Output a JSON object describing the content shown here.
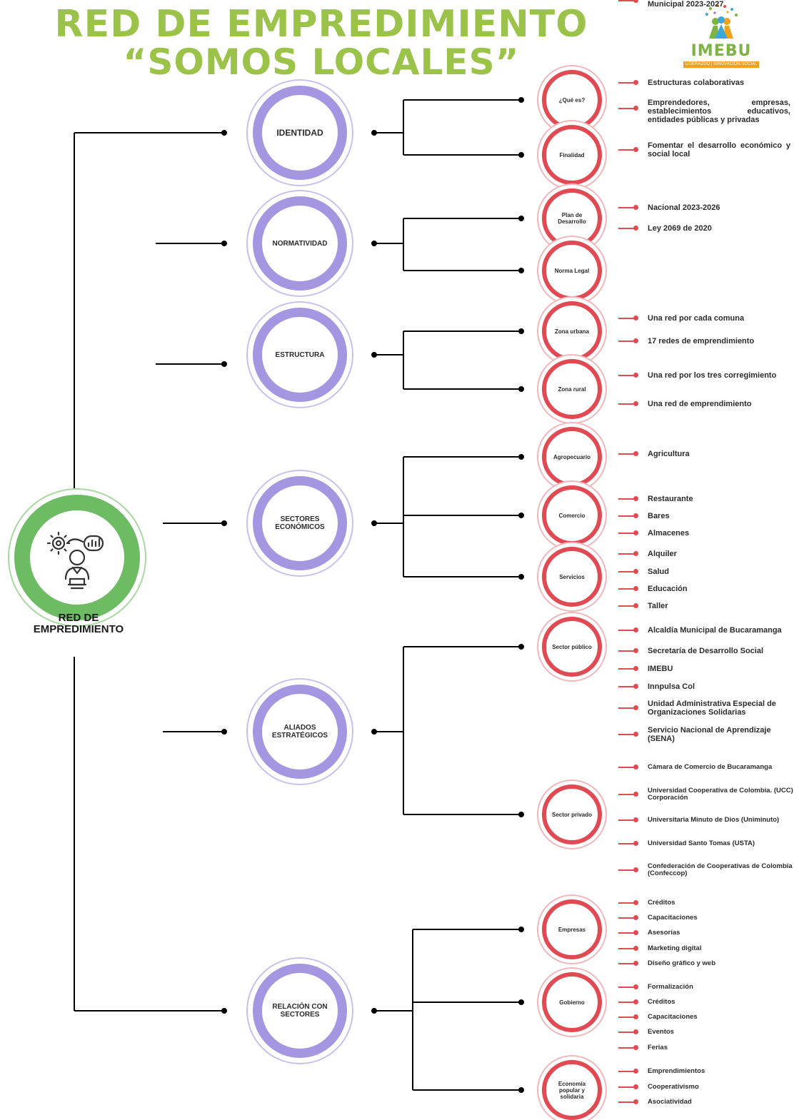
{
  "header": {
    "title_line1": "RED DE EMPREDIMIENTO",
    "title_line2": "“SOMOS LOCALES”",
    "logo_name": "IMEBU",
    "logo_tagline": "LIDERAZGO | INNOVACIÓN SOCIAL"
  },
  "root": {
    "label_line1": "RED DE",
    "label_line2": "EMPREDIMIENTO",
    "icon": "entrepreneur-ideas-icon"
  },
  "colors": {
    "title": "#9bc34a",
    "category_ring": "#a596e2",
    "sub_ring": "#e14a52",
    "root_ring": "#6dbb63",
    "connector": "#000000"
  },
  "categories": [
    {
      "label": "IDENTIDAD",
      "subs": [
        {
          "label": "¿Qué es?",
          "items": [
            "Estructuras colaborativas",
            "Emprendedores, empresas, establecimientos educativos, entidades públicas y privadas"
          ]
        },
        {
          "label": "Finalidad",
          "items": [
            "Fomentar el desarrollo económico y social local"
          ]
        }
      ]
    },
    {
      "label": "NORMATIVIDAD",
      "subs": [
        {
          "label": "Plan de Desarrollo",
          "items": [
            "Nacional 2023-2026",
            "Municipal 2023-2027"
          ]
        },
        {
          "label": "Norma Legal",
          "items": [
            "Ley 2069 de 2020"
          ]
        }
      ]
    },
    {
      "label": "ESTRUCTURA",
      "subs": [
        {
          "label": "Zona urbana",
          "items": [
            "Una red por cada comuna",
            "17 redes de emprendimiento"
          ]
        },
        {
          "label": "Zona rural",
          "items": [
            "Una red por los tres corregimiento",
            "Una red de emprendimiento"
          ]
        }
      ]
    },
    {
      "label": "SECTORES ECONÓMICOS",
      "subs": [
        {
          "label": "Agropecuario",
          "items": [
            "Agricultura"
          ]
        },
        {
          "label": "Comercio",
          "items": [
            "Restaurante",
            "Bares",
            "Almacenes"
          ]
        },
        {
          "label": "Servicios",
          "items": [
            "Alquiler",
            "Salud",
            "Educación",
            "Taller"
          ]
        }
      ]
    },
    {
      "label": "ALIADOS ESTRATÉGICOS",
      "subs": [
        {
          "label": "Sector público",
          "items": [
            "Alcaldía Municipal de Bucaramanga",
            "Secretaría de Desarrollo Social",
            "IMEBU",
            "Innpulsa Col",
            "Unidad Administrativa Especial de Organizaciones Solidarias",
            "Servicio Nacional de Aprendizaje (SENA)"
          ]
        },
        {
          "label": "Sector privado",
          "items": [
            "Cámara de Comercio de Bucaramanga",
            "Universidad Cooperativa de Colombia. (UCC) Corporación",
            "Universitaria Minuto de Dios (Uniminuto)",
            "Universidad Santo Tomas (USTA)",
            "Confederación de Cooperativas de Colombia (Confeccop)"
          ]
        }
      ]
    },
    {
      "label": "RELACIÓN CON SECTORES",
      "subs": [
        {
          "label": "Empresas",
          "items": [
            "Créditos",
            "Capacitaciones",
            "Asesorías",
            "Marketing digital",
            "Diseño gráfico y web"
          ]
        },
        {
          "label": "Gobierno",
          "items": [
            "Formalización",
            "Créditos",
            "Capacitaciones",
            "Eventos",
            "Ferias"
          ]
        },
        {
          "label": "Economía popular y solidaria",
          "items": [
            "Emprendimientos",
            "Cooperativismo",
            "Asociatividad"
          ]
        }
      ]
    }
  ]
}
